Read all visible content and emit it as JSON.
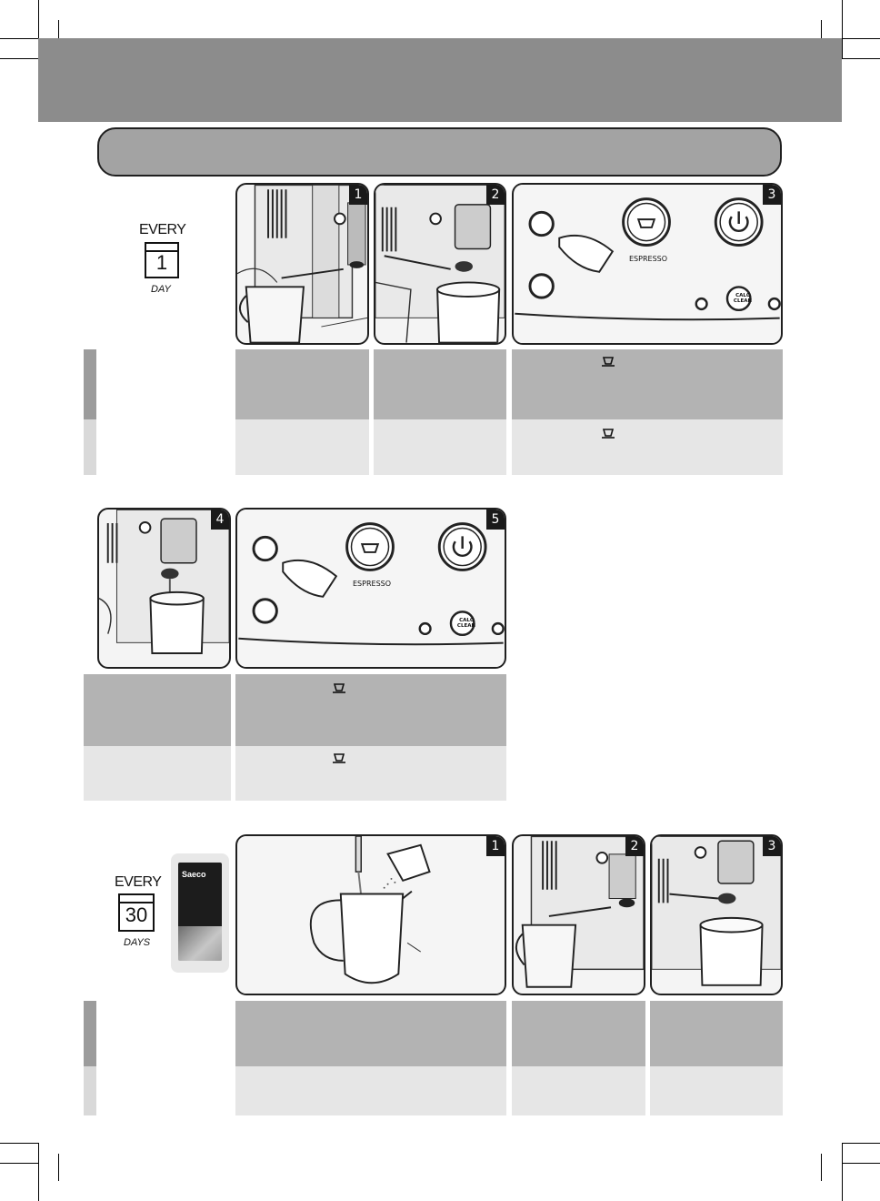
{
  "daily": {
    "every_label": "EVERY",
    "day_number": "1",
    "unit_label": "DAY",
    "steps": [
      "1",
      "2",
      "3"
    ]
  },
  "daily_cont": {
    "steps": [
      "4",
      "5"
    ]
  },
  "monthly": {
    "every_label": "EVERY",
    "day_number": "30",
    "unit_label": "DAYS",
    "product_brand": "Saeco",
    "steps": [
      "1",
      "2",
      "3"
    ]
  },
  "control_panel": {
    "espresso_label": "ESPRESSO",
    "calc_clean_label_1": "CALC",
    "calc_clean_label_2": "CLEAN"
  },
  "colors": {
    "header_gray": "#8c8c8c",
    "row_dark": "#b3b3b3",
    "row_light": "#e6e6e6"
  }
}
